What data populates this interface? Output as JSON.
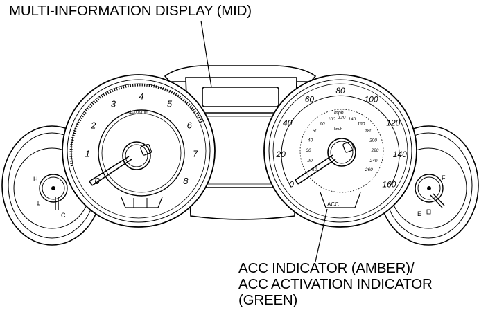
{
  "callouts": {
    "mid": "MULTI-INFORMATION DISPLAY (MID)",
    "acc_line1": "ACC INDICATOR (AMBER)/",
    "acc_line2": "ACC ACTIVATION INDICATOR",
    "acc_line3": "(GREEN)"
  },
  "tachometer": {
    "unit": "x1000r/min",
    "numbers": [
      "0",
      "1",
      "2",
      "3",
      "4",
      "5",
      "6",
      "7",
      "8"
    ]
  },
  "speedometer": {
    "unit_outer": "mph",
    "unit_inner": "km/h",
    "outer_numbers": [
      "0",
      "20",
      "40",
      "60",
      "80",
      "100",
      "120",
      "140",
      "160"
    ],
    "inner_numbers": [
      "10",
      "20",
      "30",
      "40",
      "50",
      "60",
      "100",
      "120",
      "140",
      "160",
      "180",
      "200",
      "220",
      "240",
      "260"
    ],
    "indicator_text": "ACC"
  },
  "temp_gauge": {
    "hot": "H",
    "cold": "C"
  },
  "fuel_gauge": {
    "full": "F",
    "empty": "E"
  },
  "icons": [
    "temperature-icon",
    "fuel-pump-icon"
  ]
}
